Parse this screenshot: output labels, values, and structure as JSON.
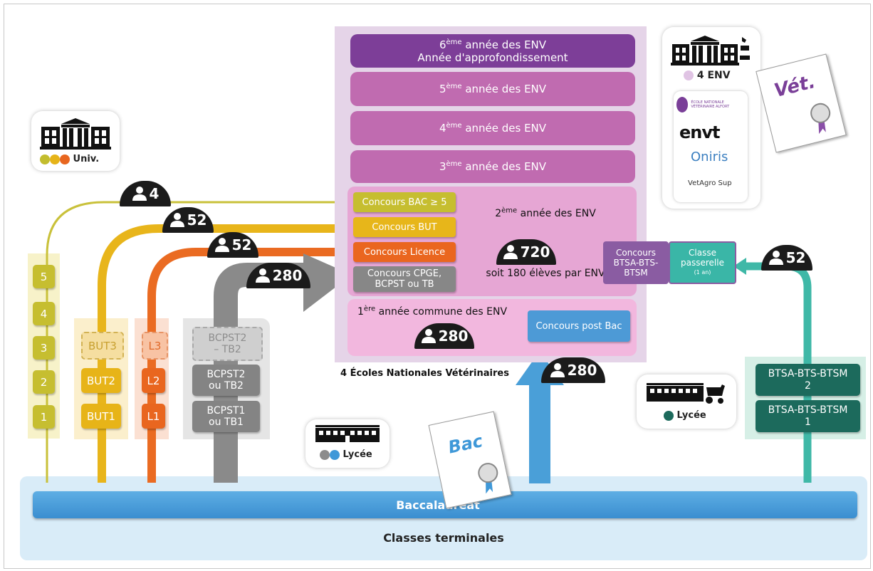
{
  "env_block": {
    "label": "4 Écoles Nationales Vétérinaires",
    "year6": {
      "line1_prefix": "6",
      "line1_sup": "ème",
      "line1_rest": " année des ENV",
      "line2": "Année d'approfondissement"
    },
    "year5": {
      "prefix": "5",
      "sup": "ème",
      "rest": " année des ENV"
    },
    "year4": {
      "prefix": "4",
      "sup": "ème",
      "rest": " année des ENV"
    },
    "year3": {
      "prefix": "3",
      "sup": "ème",
      "rest": " année des ENV"
    },
    "year2": {
      "prefix": "2",
      "sup": "ème",
      "rest": " année des ENV",
      "count": "720",
      "per_school": "soit 180 élèves par ENV"
    },
    "year1": {
      "prefix": "1",
      "sup": "ère",
      "rest": " année commune des ENV",
      "count": "280"
    },
    "concours_post_bac": "Concours post Bac"
  },
  "concours": {
    "bac": "Concours BAC ≥ 5",
    "but": "Concours BUT",
    "licence": "Concours Licence",
    "cpge_line1": "Concours CPGE,",
    "cpge_line2": "BCPST ou TB",
    "bts_line1": "Concours",
    "bts_line2": "BTSA-BTS-",
    "bts_line3": "BTSM",
    "passerelle_line1": "Classe",
    "passerelle_line2": "passerelle",
    "passerelle_line3": "(1 an)"
  },
  "flows": {
    "univ_count": "4",
    "but_count": "52",
    "licence_count": "52",
    "cpge_count": "280",
    "postbac_count": "280",
    "bts_count": "52"
  },
  "univ_levels": [
    "5",
    "4",
    "3",
    "2",
    "1"
  ],
  "but_levels": [
    "BUT3",
    "BUT2",
    "BUT1"
  ],
  "licence_levels": [
    "L3",
    "L2",
    "L1"
  ],
  "cpge_levels": [
    {
      "line1": "BCPST2",
      "line2": "– TB2"
    },
    {
      "line1": "BCPST2",
      "line2": "ou TB2"
    },
    {
      "line1": "BCPST1",
      "line2": "ou TB1"
    }
  ],
  "bts_levels": [
    {
      "line1": "BTSA-BTS-BTSM",
      "line2": "2"
    },
    {
      "line1": "BTSA-BTS-BTSM",
      "line2": "1"
    }
  ],
  "cards": {
    "univ": "Univ.",
    "lycee_general": "Lycée",
    "lycee_agri": "Lycée",
    "env_count": "4 ENV",
    "schools": [
      "ÉCOLE NATIONALE VÉTÉRINAIRE ALFORT",
      "envt",
      "Oniris",
      "VetAgro Sup"
    ]
  },
  "diploma_vet": "Vét.",
  "diploma_bac": "Bac",
  "bottom": {
    "bac_bar": "Baccalauréat",
    "terminales": "Classes terminales"
  },
  "colors": {
    "univ": "#c3bd2e",
    "but": "#e6b419",
    "licence": "#e8661f",
    "cpge": "#8c8c8c",
    "bts": "#1c6a5c",
    "teal": "#3cb8a8",
    "bac_blue": "#3f98d8",
    "env_purple": "#7a3f98",
    "env_magenta": "#c165ad"
  }
}
